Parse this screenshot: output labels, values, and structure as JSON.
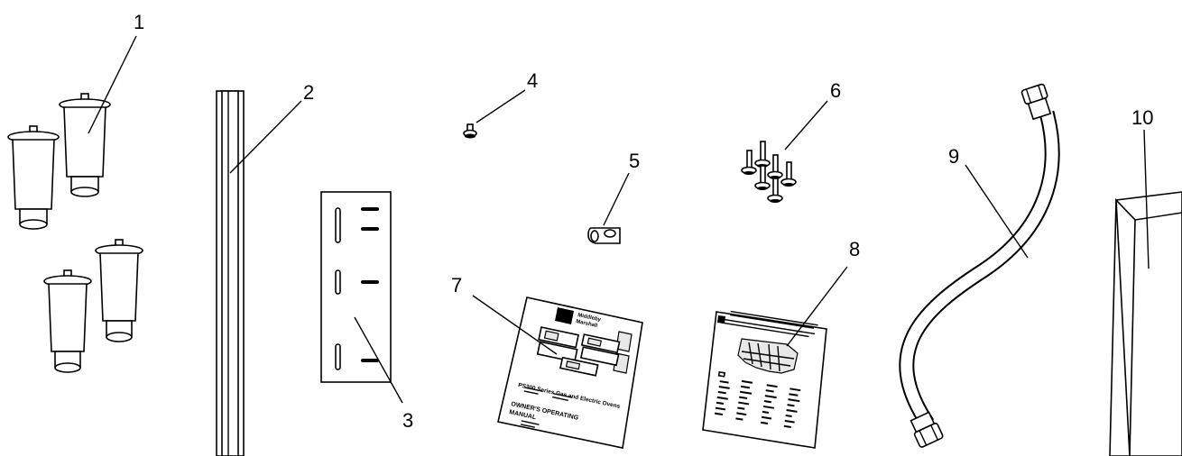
{
  "callouts": {
    "c1": "1",
    "c2": "2",
    "c3": "3",
    "c4": "4",
    "c5": "5",
    "c6": "6",
    "c7": "7",
    "c8": "8",
    "c9": "9",
    "c10": "10"
  },
  "manual": {
    "heading": "PS300 Series Gas and Electric Ovens",
    "title_line1": "OWNER'S OPERATING",
    "title_line2": "MANUAL",
    "brand_line1": "Middleby",
    "brand_line2": "Marshall"
  },
  "colors": {
    "ink": "#000000",
    "paper": "#ffffff",
    "shade": "#e8e8e8"
  }
}
